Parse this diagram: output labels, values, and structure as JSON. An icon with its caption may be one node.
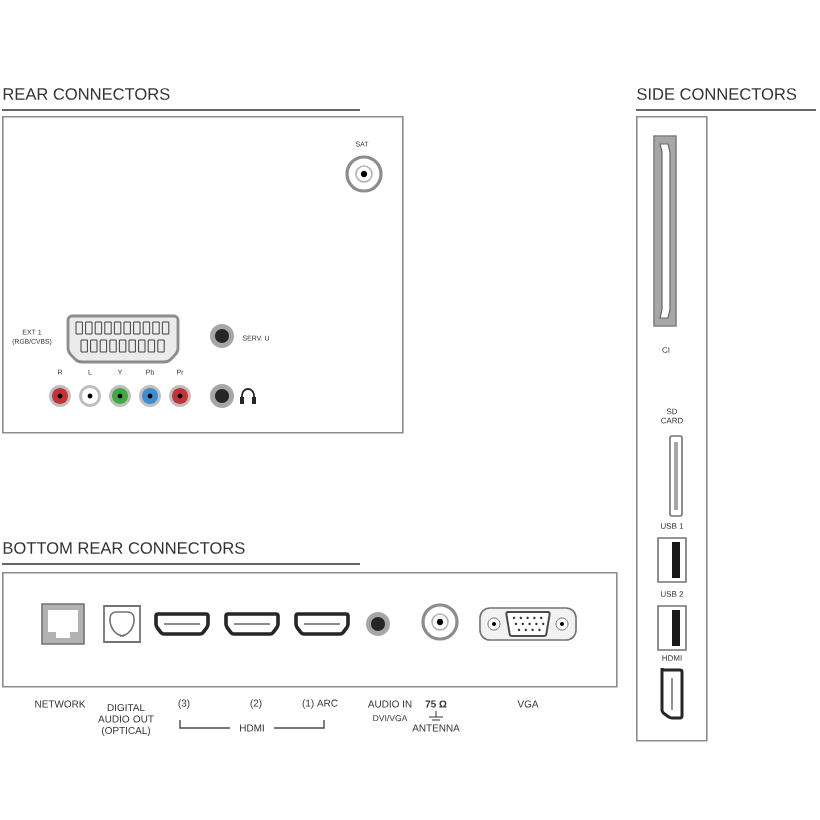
{
  "diagram": {
    "nodes": [
      {
        "text": [
          "REAR CONNECTORS"
        ]
      },
      {
        "text": [
          "SIDE CONNECTORS"
        ]
      },
      {
        "text": [
          "BOTTOM REAR CONNECTORS"
        ]
      }
    ],
    "edges": [],
    "labels": [
      "SAT",
      "EXT 1",
      "(RGB/CVBS)",
      "SERV. U",
      "R",
      "L",
      "Y",
      "Pb",
      "Pr",
      "CI",
      "SD CARD",
      "USB 1",
      "USB 2",
      "HDMI",
      "NETWORK",
      "DIGITAL AUDIO OUT (OPTICAL)",
      "(3)",
      "(2)",
      "(1) ARC",
      "AUDIO IN",
      "DVI/VGA",
      "75 Ω",
      "ANTENNA",
      "VGA",
      "HDMI"
    ]
  }
}
